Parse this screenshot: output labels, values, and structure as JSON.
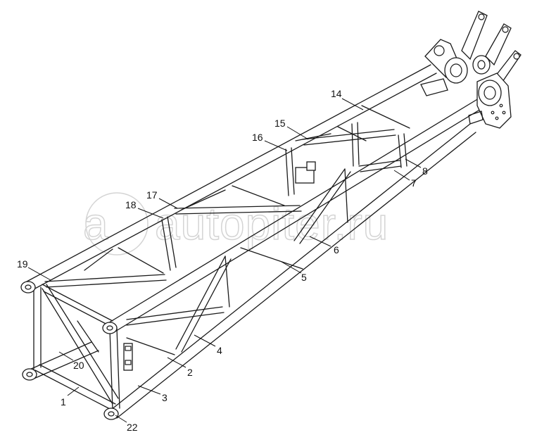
{
  "watermark": {
    "text": "autopiter.ru"
  },
  "callouts": [
    {
      "id": "c1",
      "text": "1"
    },
    {
      "id": "c2",
      "text": "2"
    },
    {
      "id": "c3",
      "text": "3"
    },
    {
      "id": "c4",
      "text": "4"
    },
    {
      "id": "c5",
      "text": "5"
    },
    {
      "id": "c6",
      "text": "6"
    },
    {
      "id": "c7",
      "text": "7"
    },
    {
      "id": "c8",
      "text": "8"
    },
    {
      "id": "c14",
      "text": "14"
    },
    {
      "id": "c15",
      "text": "15"
    },
    {
      "id": "c16",
      "text": "16"
    },
    {
      "id": "c17",
      "text": "17"
    },
    {
      "id": "c18",
      "text": "18"
    },
    {
      "id": "c19",
      "text": "19"
    },
    {
      "id": "c20",
      "text": "20"
    },
    {
      "id": "c22",
      "text": "22"
    }
  ]
}
